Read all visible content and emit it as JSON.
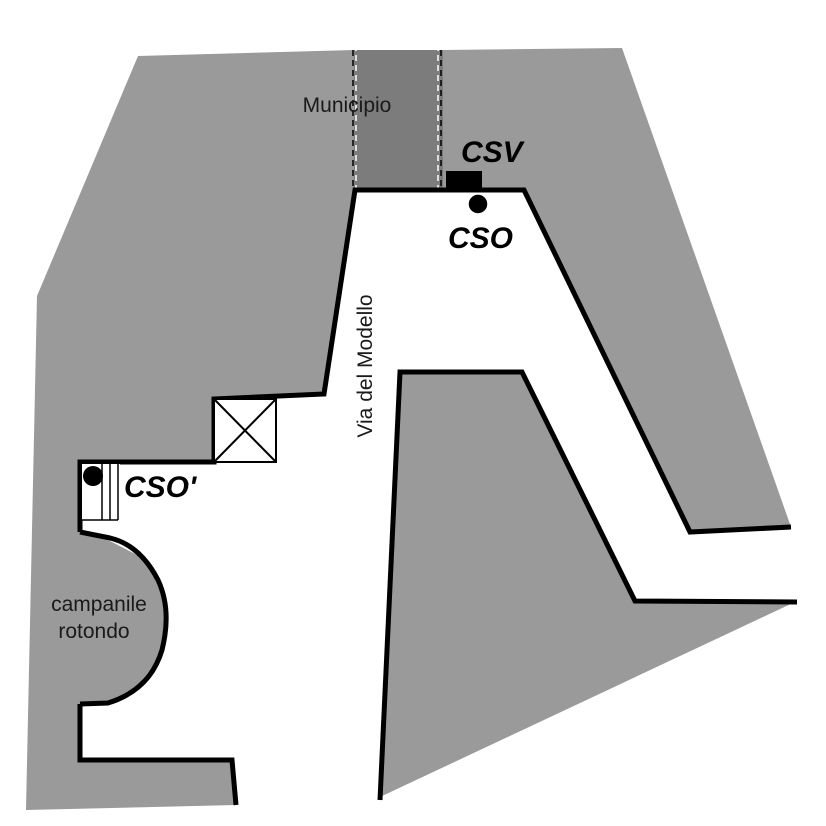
{
  "map": {
    "labels": {
      "municipio": "Municipio",
      "via_del_modello": "Via del Modello",
      "campanile_line1": "campanile",
      "campanile_line2": "rotondo",
      "csv": "CSV",
      "cso": "CSO",
      "cso_prime": "CSO'"
    },
    "colors": {
      "building_fill": "#9a9a9a",
      "municipio_fill": "#7c7c7c",
      "outline": "#000000",
      "street": "#ffffff"
    },
    "markers": {
      "csv": "filled-rectangle",
      "cso": "filled-circle",
      "cso_prime": "filled-circle"
    }
  }
}
